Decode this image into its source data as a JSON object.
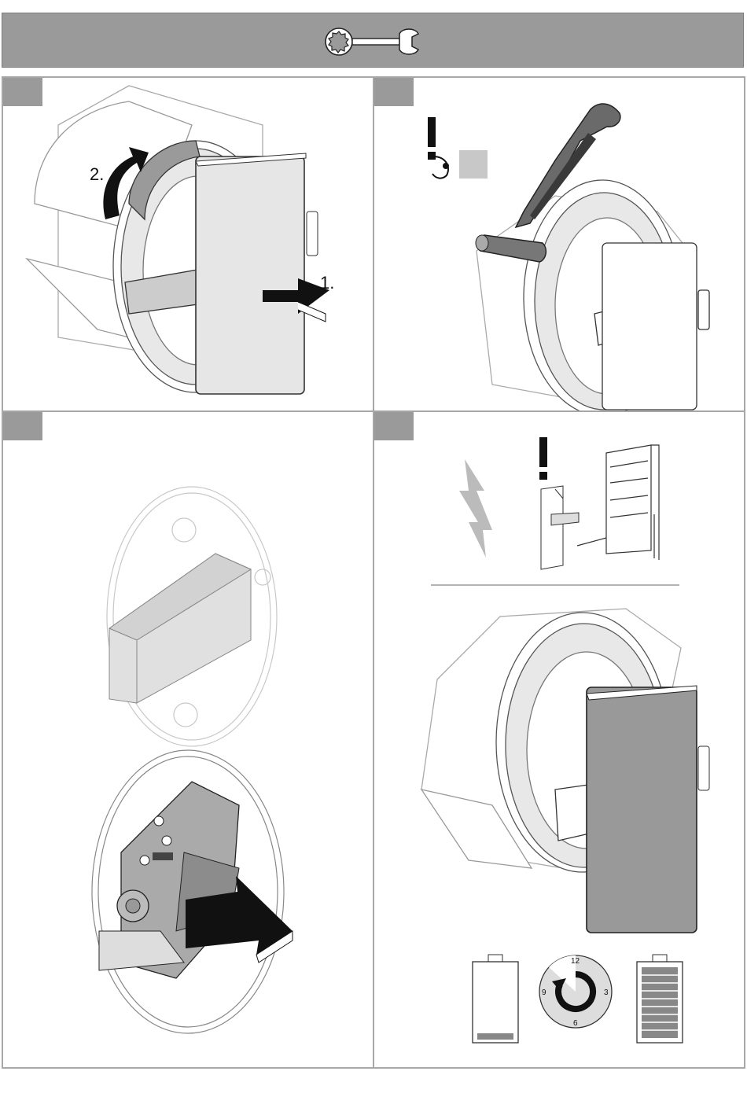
{
  "header": {
    "icon": "wrench-gear-icon",
    "background_color": "#9a9a9a"
  },
  "steps": [
    {
      "panel": "remove-cover-step",
      "callouts": {
        "first": "1.",
        "second": "2."
      }
    },
    {
      "panel": "cut-seal-step",
      "icons": [
        "attention-eye-icon",
        "knife-icon"
      ]
    },
    {
      "panel": "insert-battery-step",
      "icons": [
        "battery-block-icon",
        "insert-arrow-icon"
      ]
    },
    {
      "panel": "refit-cover-step",
      "icons": [
        "no-voltage-icon",
        "circuit-breaker-icon",
        "battery-empty-icon",
        "clock-dial-icon",
        "battery-full-icon"
      ],
      "dial_labels": {
        "top": "12",
        "right": "3",
        "bottom": "6",
        "left": "9"
      }
    }
  ]
}
